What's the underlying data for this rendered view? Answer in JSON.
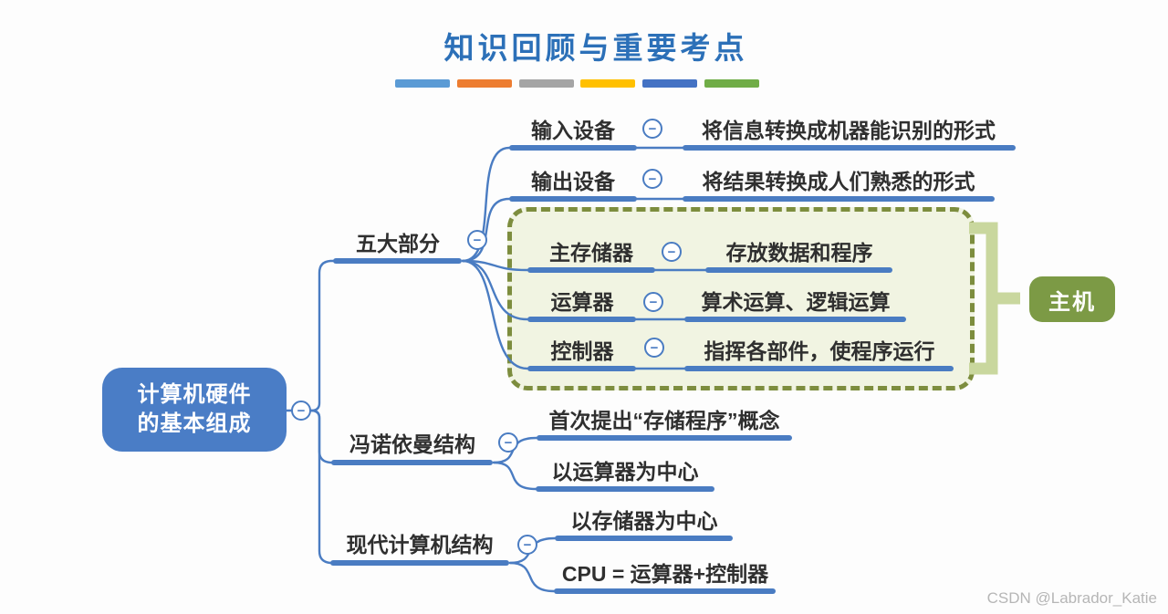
{
  "title": "知识回顾与重要考点",
  "palette_bars": [
    "#5b9bd5",
    "#ed7d31",
    "#a5a5a5",
    "#ffc000",
    "#4472c4",
    "#70ad47"
  ],
  "watermark": "CSDN @Labrador_Katie",
  "icons": {
    "collapse": "−"
  },
  "colors": {
    "link": "#4a7cc2",
    "root-fill": "#4a7dc6",
    "node-text": "#ffffff",
    "topic-text": "#2f2f2f",
    "title-blue": "#2c70b8",
    "group-border": "#7d8d3e",
    "group-fill": "#f1f4e2",
    "bracket": "#c9d79e",
    "host-fill": "#7c9a45",
    "watermark-gray": "#b6b6b6"
  },
  "mindmap": {
    "root": {
      "line1": "计算机硬件",
      "line2": "的基本组成"
    },
    "host": {
      "label": "主机"
    },
    "branches": [
      {
        "label": "五大部分",
        "children": [
          {
            "label": "输入设备",
            "desc": "将信息转换成机器能识别的形式"
          },
          {
            "label": "输出设备",
            "desc": "将结果转换成人们熟悉的形式"
          },
          {
            "label": "主存储器",
            "desc": "存放数据和程序"
          },
          {
            "label": "运算器",
            "desc": "算术运算、逻辑运算"
          },
          {
            "label": "控制器",
            "desc": "指挥各部件，使程序运行"
          }
        ]
      },
      {
        "label": "冯诺依曼结构",
        "children": [
          {
            "label": "首次提出“存储程序”概念"
          },
          {
            "label": "以运算器为中心"
          }
        ]
      },
      {
        "label": "现代计算机结构",
        "children": [
          {
            "label": "以存储器为中心"
          },
          {
            "label": "CPU = 运算器+控制器"
          }
        ]
      }
    ]
  }
}
